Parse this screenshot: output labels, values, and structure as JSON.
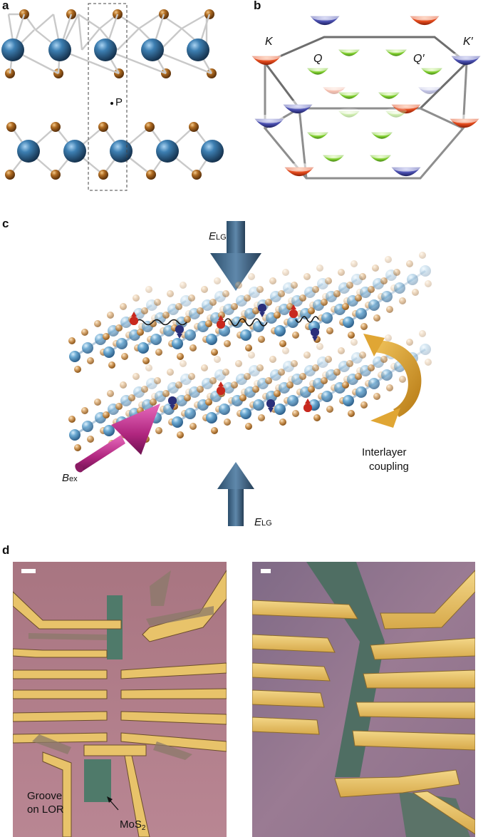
{
  "panels": {
    "a": {
      "letter": "a",
      "point_label": "P"
    },
    "b": {
      "letter": "b",
      "valley_K": "K",
      "valley_Kp": "K′",
      "valley_Q": "Q",
      "valley_Qp": "Q′"
    },
    "c": {
      "letter": "c",
      "field_top": {
        "main": "E",
        "sub": "LG"
      },
      "field_bottom": {
        "main": "E",
        "sub": "LG"
      },
      "field_b": {
        "main": "B",
        "sub": "ex"
      },
      "coupling_line1": "Interlayer",
      "coupling_line2": "coupling"
    },
    "d": {
      "letter": "d",
      "groove_line1": "Groove",
      "groove_line2": "on LOR",
      "material": {
        "main": "MoS",
        "sub": "2"
      }
    }
  },
  "colors": {
    "metal_atom": "#2d5f8a",
    "chalcogen_atom": "#a8651f",
    "valley_K": "#d9461c",
    "valley_Kp": "#3b3f9c",
    "valley_Q": "#6fbe2a",
    "field_arrow": "#3d6486",
    "b_arrow": "#b0267f",
    "coupling_arrow": "#d99a24",
    "spin_up": "#c8281e",
    "spin_down": "#2a2f7a",
    "optical_bg": "#b47a86",
    "sem_bg": "#8a6f8c",
    "electrode": "#e8c36a"
  }
}
